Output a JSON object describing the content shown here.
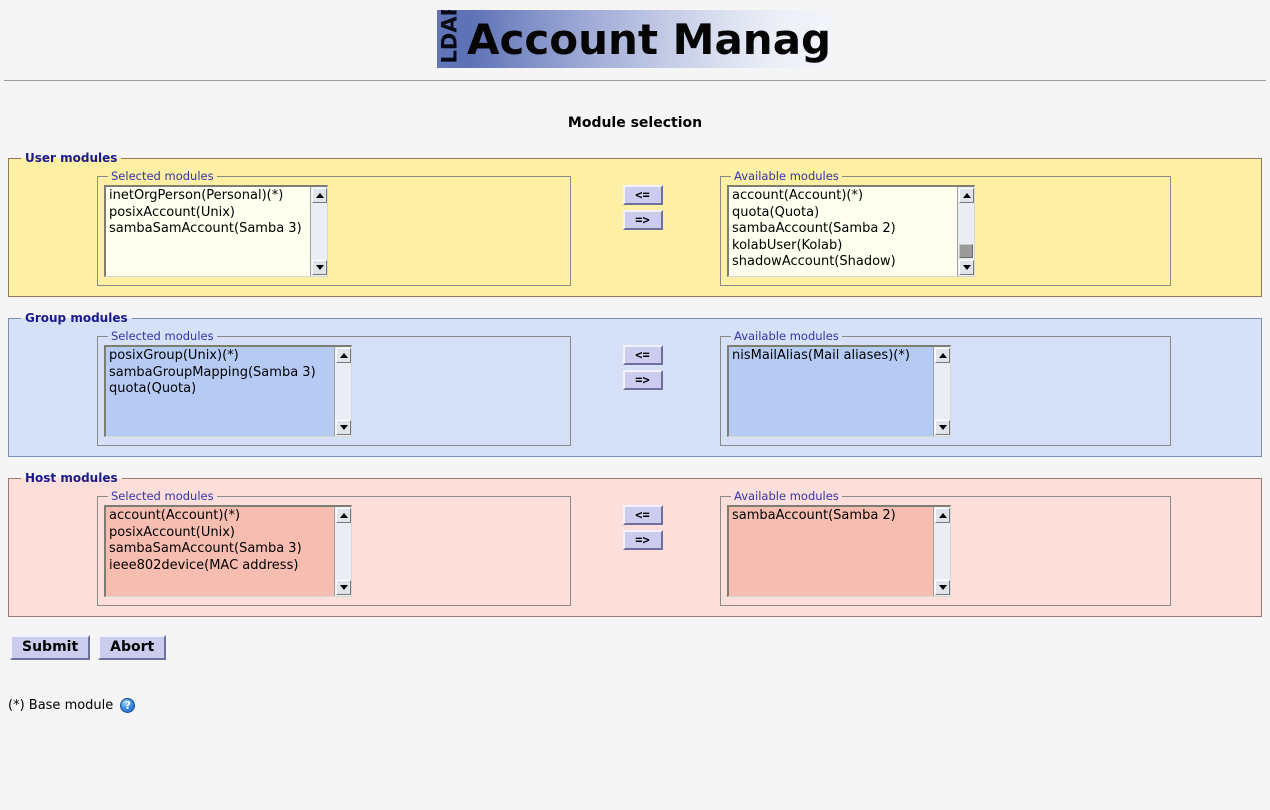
{
  "app": {
    "logo_prefix": "LDAP",
    "logo_title": "Account Manager"
  },
  "page": {
    "title": "Module selection"
  },
  "transfer": {
    "remove_label": "<=",
    "add_label": "=>"
  },
  "labels": {
    "selected_modules": "Selected modules",
    "available_modules": "Available modules"
  },
  "sections": [
    {
      "key": "user",
      "legend": "User modules",
      "bg": "#fdf0a5",
      "list_bg": "#fffff0",
      "selected": [
        "inetOrgPerson(Personal)(*)",
        "posixAccount(Unix)",
        "sambaSamAccount(Samba 3)"
      ],
      "available": [
        "account(Account)(*)",
        "quota(Quota)",
        "sambaAccount(Samba 2)",
        "kolabUser(Kolab)",
        "shadowAccount(Shadow)"
      ]
    },
    {
      "key": "group",
      "legend": "Group modules",
      "bg": "#d6e1f8",
      "list_bg": "#b6cbf4",
      "selected": [
        "posixGroup(Unix)(*)",
        "sambaGroupMapping(Samba 3)",
        "quota(Quota)"
      ],
      "available": [
        "nisMailAlias(Mail aliases)(*)"
      ]
    },
    {
      "key": "host",
      "legend": "Host modules",
      "bg": "#fcdfda",
      "list_bg": "#f8bdb1",
      "selected": [
        "account(Account)(*)",
        "posixAccount(Unix)",
        "sambaSamAccount(Samba 3)",
        "ieee802device(MAC address)"
      ],
      "available": [
        "sambaAccount(Samba 2)"
      ]
    }
  ],
  "buttons": {
    "submit": "Submit",
    "abort": "Abort"
  },
  "footer": {
    "base_module_note": "(*) Base module",
    "help_icon_glyph": "?"
  }
}
